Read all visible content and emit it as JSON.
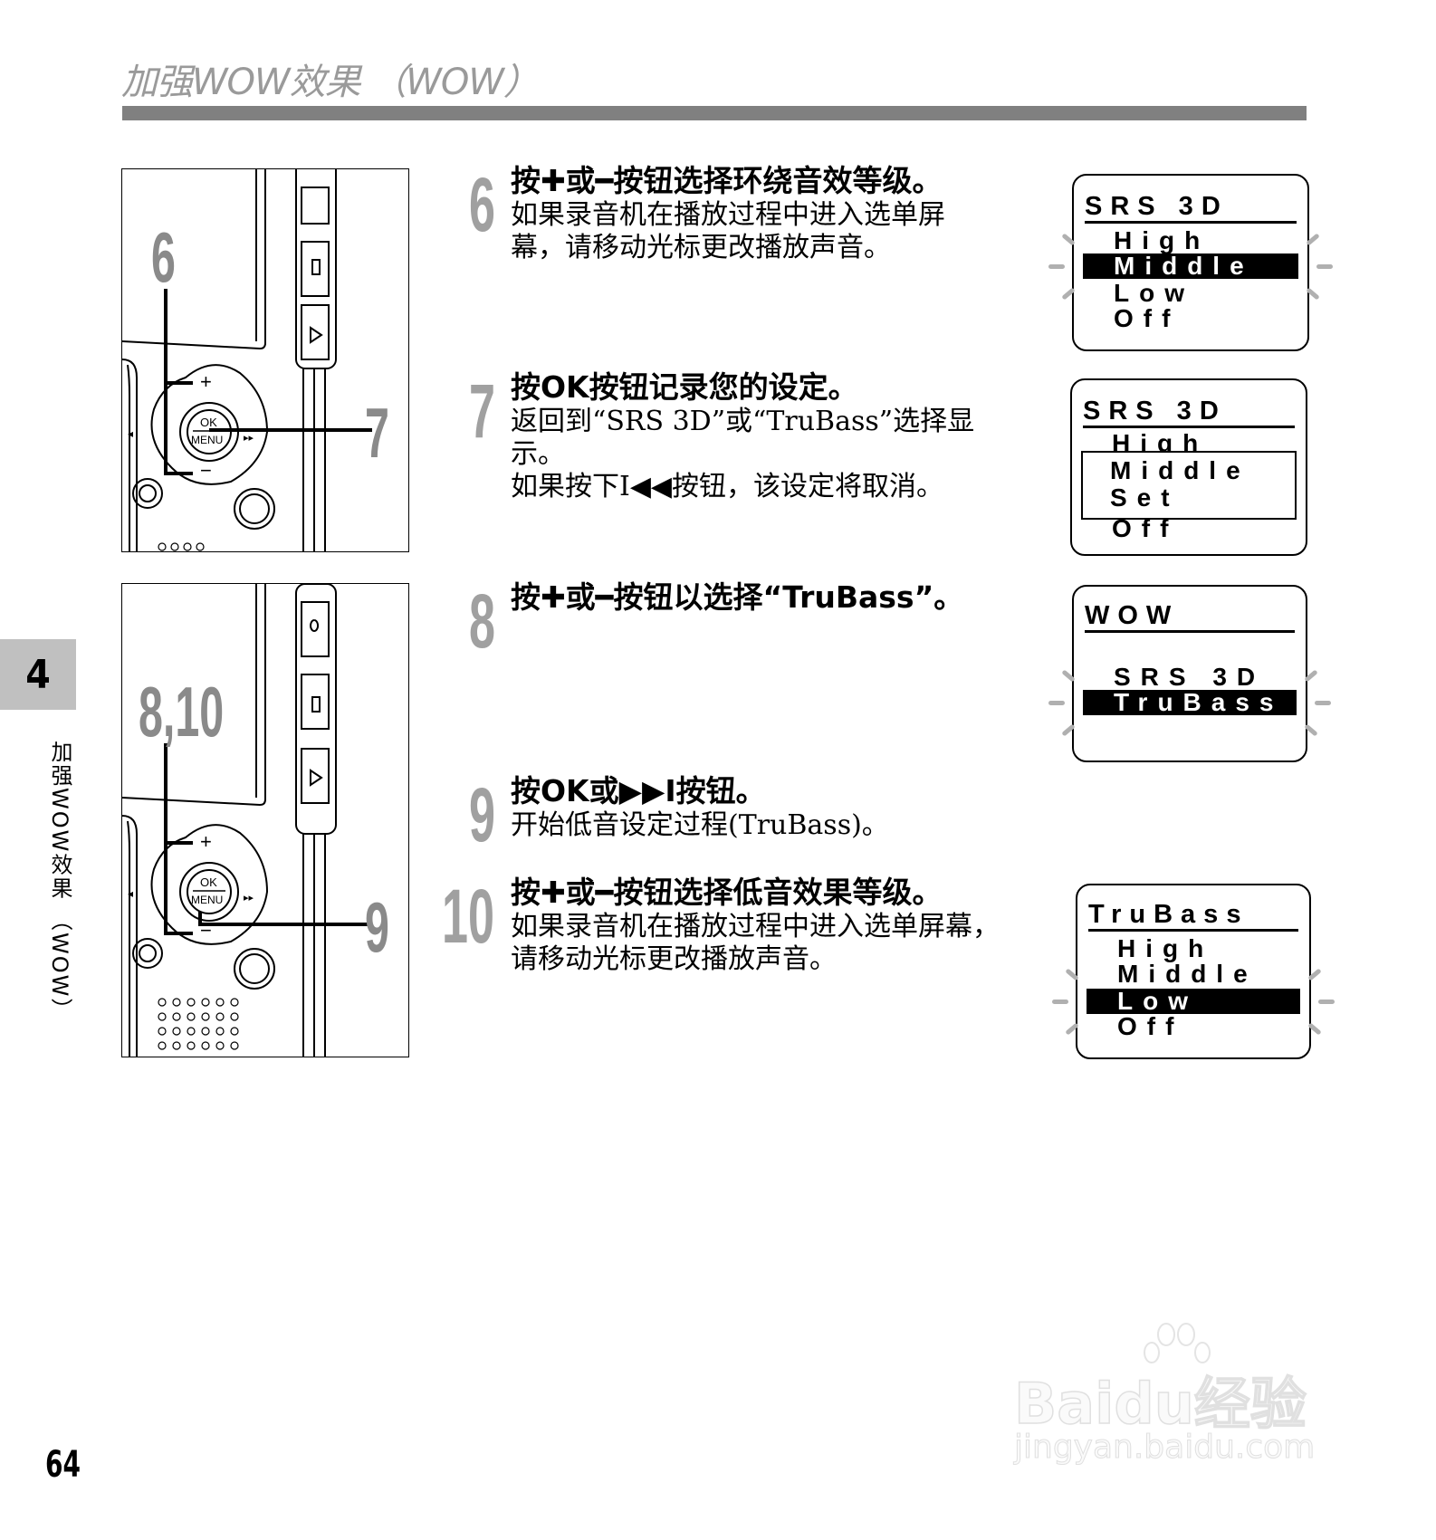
{
  "header": {
    "title": "加强WOW效果 （WOW）"
  },
  "chapter": {
    "number": "4",
    "side_label": "加强WOW效果 （WOW）"
  },
  "page_number": "64",
  "illustrations": [
    {
      "callouts": [
        "6",
        "7"
      ],
      "buttons": {
        "plus": "+",
        "minus": "−",
        "ok": "OK",
        "menu": "MENU"
      }
    },
    {
      "callouts": [
        "8,10",
        "9"
      ],
      "buttons": {
        "plus": "+",
        "minus": "−",
        "ok": "OK",
        "menu": "MENU"
      }
    }
  ],
  "steps": [
    {
      "num": "6",
      "title": "按✚或━按钮选择环绕音效等级。",
      "body": [
        "如果录音机在播放过程中进入选单屏",
        "幕，请移动光标更改播放声音。"
      ]
    },
    {
      "num": "7",
      "title": "按OK按钮记录您的设定。",
      "body": [
        "返回到“SRS 3D”或“TruBass”选择显",
        "示。",
        "如果按下I◀◀按钮，该设定将取消。"
      ]
    },
    {
      "num": "8",
      "title": "按✚或━按钮以选择“TruBass”。",
      "body": []
    },
    {
      "num": "9",
      "title": "按OK或▶▶I按钮。",
      "body": [
        "开始低音设定过程(TruBass)。"
      ]
    },
    {
      "num": "10",
      "title": "按✚或━按钮选择低音效果等级。",
      "body": [
        "如果录音机在播放过程中进入选单屏幕，",
        "请移动光标更改播放声音。"
      ]
    }
  ],
  "lcd_screens": [
    {
      "title": "SRS 3D",
      "rows": [
        "High",
        "Middle",
        "Low",
        "Off"
      ],
      "selected": "Middle",
      "blinking": true
    },
    {
      "title": "SRS 3D",
      "rows": [
        "High",
        "Middle",
        "Set",
        "Off"
      ],
      "popup": [
        "Middle",
        "Set"
      ],
      "blinking": false
    },
    {
      "title": "WOW",
      "rows": [
        "",
        "SRS 3D",
        "TruBass",
        ""
      ],
      "selected": "TruBass",
      "blinking": true
    },
    {
      "title": "TruBass",
      "rows": [
        "High",
        "Middle",
        "Low",
        "Off"
      ],
      "selected": "Low",
      "blinking": true
    }
  ],
  "watermark": {
    "brand": "Baidu经验",
    "url": "jingyan.baidu.com"
  }
}
